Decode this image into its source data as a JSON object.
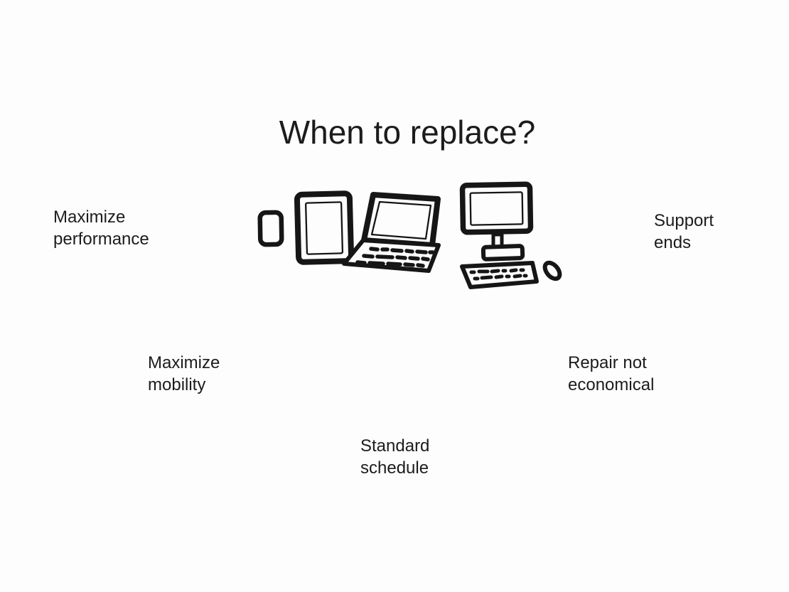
{
  "page": {
    "background_color": "#fdfdfd",
    "ink_color": "#161616",
    "text_color": "#1c1c1c"
  },
  "title": "When to replace?",
  "reasons": [
    {
      "id": "maximize-performance",
      "label": "Maximize\nperformance",
      "position": "left"
    },
    {
      "id": "support-ends",
      "label": "Support\nends",
      "position": "right"
    },
    {
      "id": "maximize-mobility",
      "label": "Maximize\nmobility",
      "position": "center-left"
    },
    {
      "id": "repair-not-economical",
      "label": "Repair not\neconomical",
      "position": "center-right"
    },
    {
      "id": "standard-schedule",
      "label": "Standard\nschedule",
      "position": "bottom-center"
    }
  ],
  "devices": [
    {
      "icon": "smartphone-icon"
    },
    {
      "icon": "tablet-icon"
    },
    {
      "icon": "laptop-icon"
    },
    {
      "icon": "desktop-computer-icon"
    }
  ]
}
